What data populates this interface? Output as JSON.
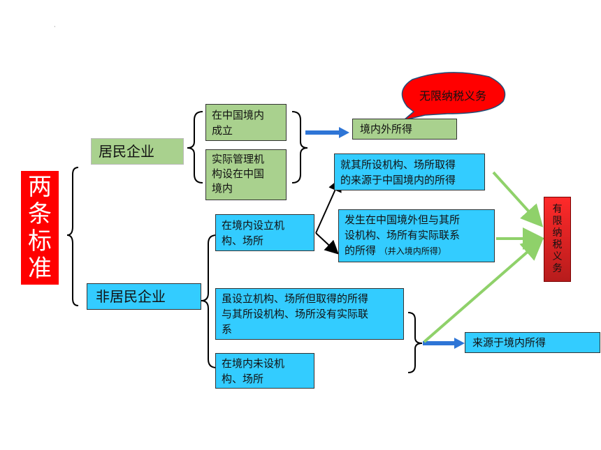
{
  "dot": "·",
  "main_title": [
    "两",
    "条",
    "标",
    "准"
  ],
  "resident": {
    "label": "居民企业",
    "cond1": [
      "在中国境内",
      "成立"
    ],
    "cond2": [
      "实际管理机",
      "构设在中国",
      "境内"
    ],
    "result": "境内外所得",
    "callout": "无限纳税义务"
  },
  "nonresident": {
    "label": "非居民企业",
    "cond_a": [
      "在境内设立机",
      "构、场所"
    ],
    "cond_a_r1": [
      "就其所设机构、场所取得",
      "的来源于中国境内的所得"
    ],
    "cond_a_r2": [
      "发生在中国境外但与其所",
      "设机构、场所有实际联系"
    ],
    "cond_a_r2_line3": "的所得",
    "cond_a_r2_note": "（并入境内所得）",
    "cond_b": [
      "虽设立机构、场所但取得的所得",
      "与其所设机构、场所没有实际联",
      "系"
    ],
    "cond_c": [
      "在境内未设机",
      "构、场所"
    ],
    "result_b": "来源于境内所得"
  },
  "limited": [
    "有",
    "限",
    "纳",
    "税",
    "义",
    "务"
  ],
  "colors": {
    "red": "#ff0000",
    "green_box": "#a9d18e",
    "blue_box": "#33ccff",
    "arrow_blue": "#2e75d6",
    "arrow_green": "#8fd16a"
  }
}
